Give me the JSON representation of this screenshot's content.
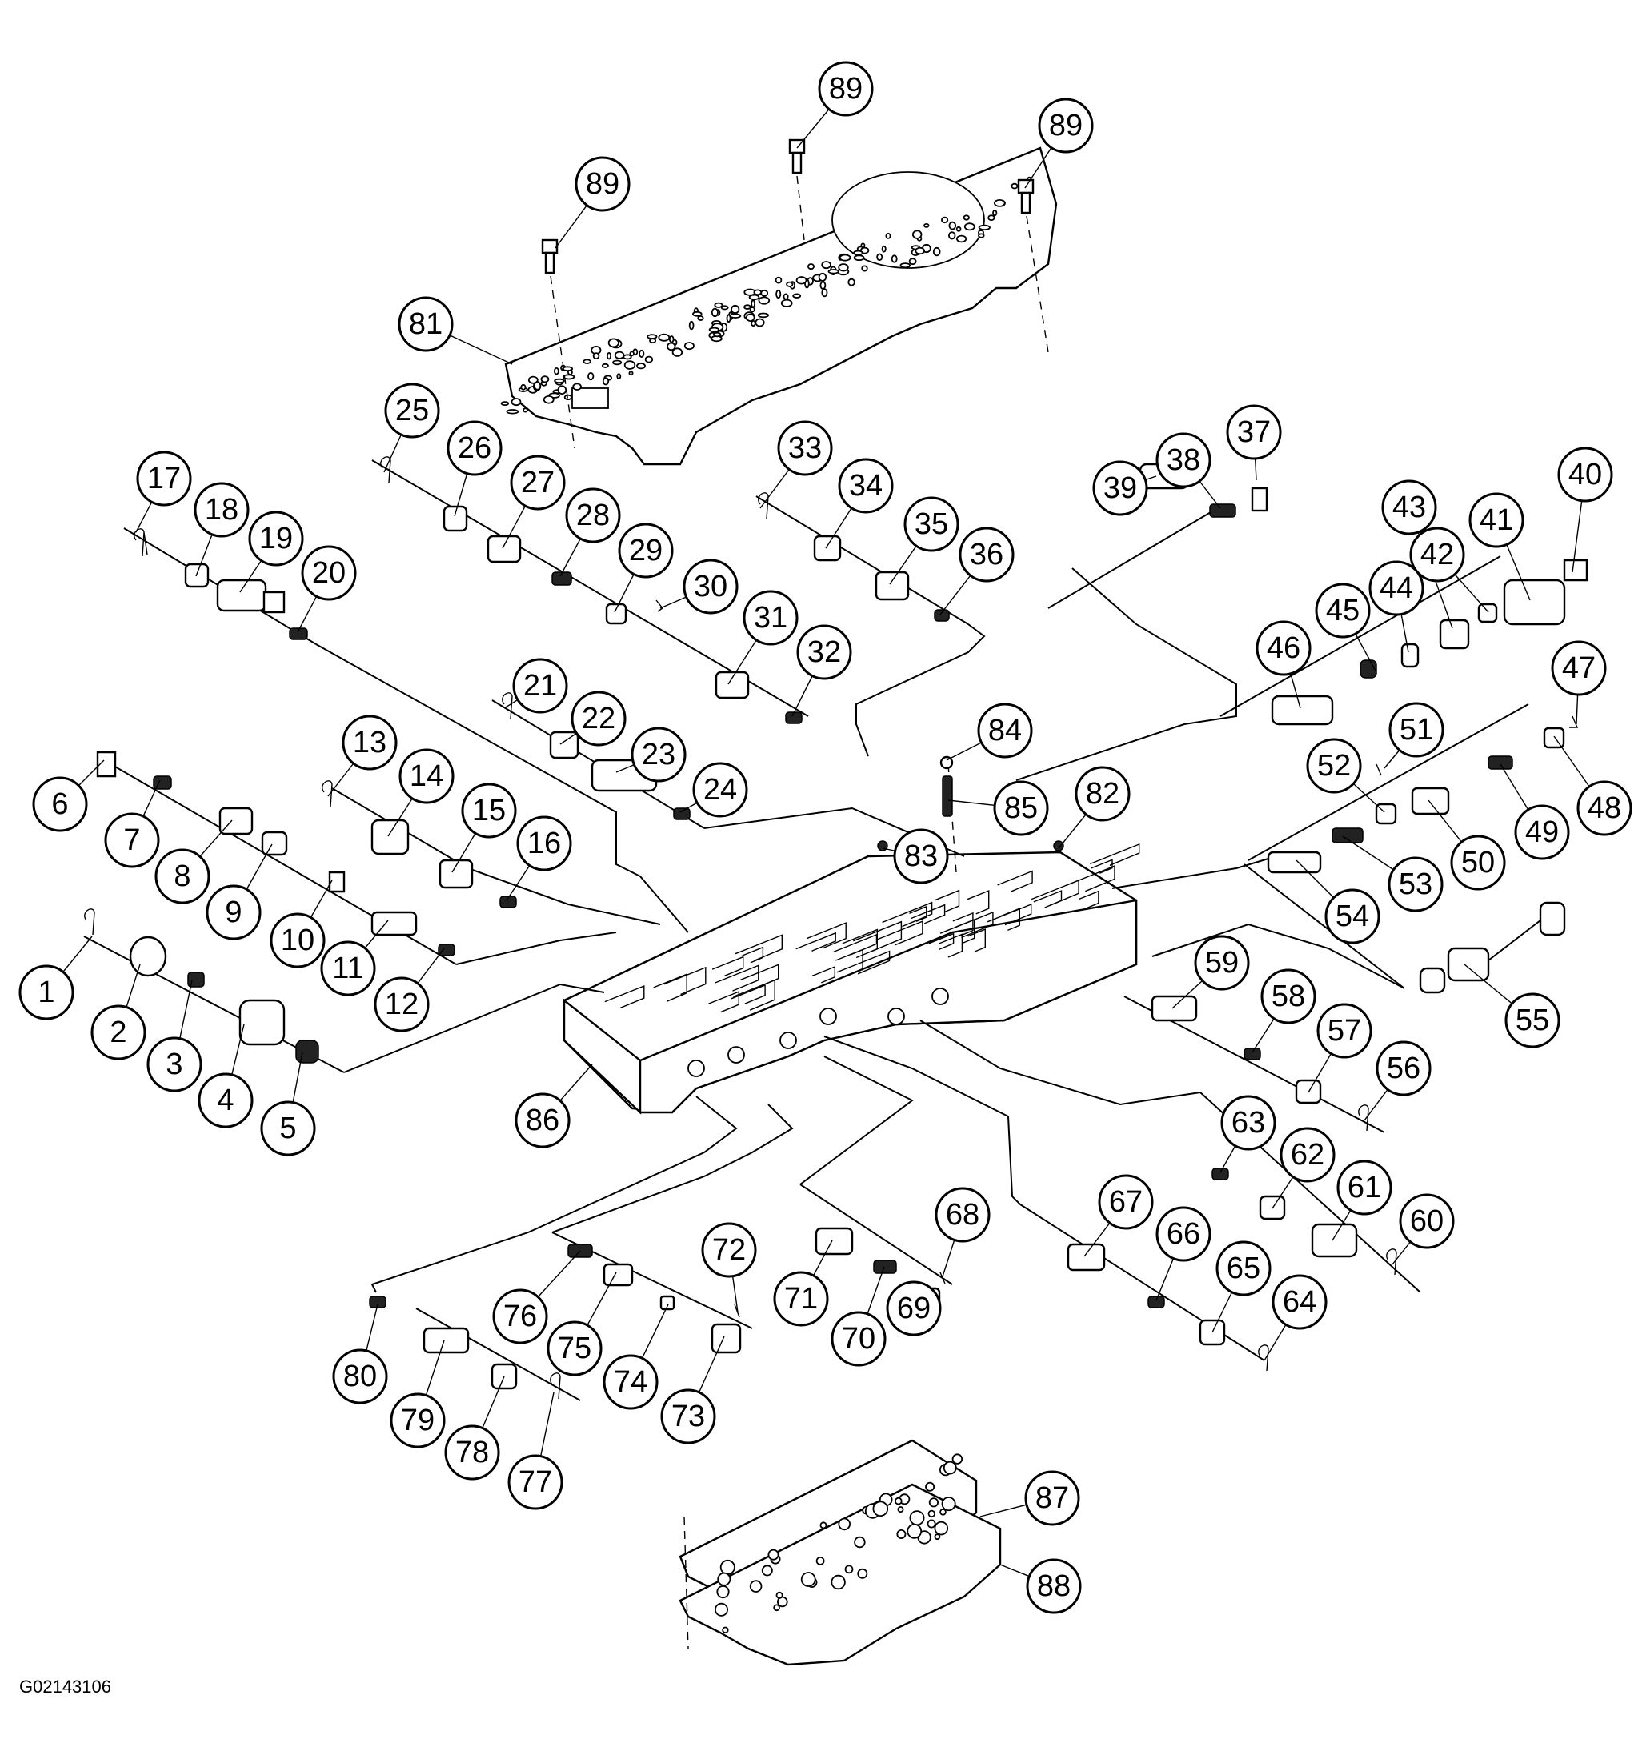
{
  "figure_code": "G02143106",
  "callouts": [
    "1",
    "2",
    "3",
    "4",
    "5",
    "6",
    "7",
    "8",
    "9",
    "10",
    "11",
    "12",
    "13",
    "14",
    "15",
    "16",
    "17",
    "18",
    "19",
    "20",
    "21",
    "22",
    "23",
    "24",
    "25",
    "26",
    "27",
    "28",
    "29",
    "30",
    "31",
    "32",
    "33",
    "34",
    "35",
    "36",
    "37",
    "38",
    "39",
    "40",
    "41",
    "42",
    "43",
    "44",
    "45",
    "46",
    "47",
    "48",
    "49",
    "50",
    "51",
    "52",
    "53",
    "54",
    "55",
    "56",
    "57",
    "58",
    "59",
    "60",
    "61",
    "62",
    "63",
    "64",
    "65",
    "66",
    "67",
    "68",
    "69",
    "70",
    "71",
    "72",
    "73",
    "74",
    "75",
    "76",
    "77",
    "78",
    "79",
    "80",
    "81",
    "82",
    "83",
    "84",
    "85",
    "86",
    "87",
    "88",
    "89",
    "89",
    "89"
  ]
}
